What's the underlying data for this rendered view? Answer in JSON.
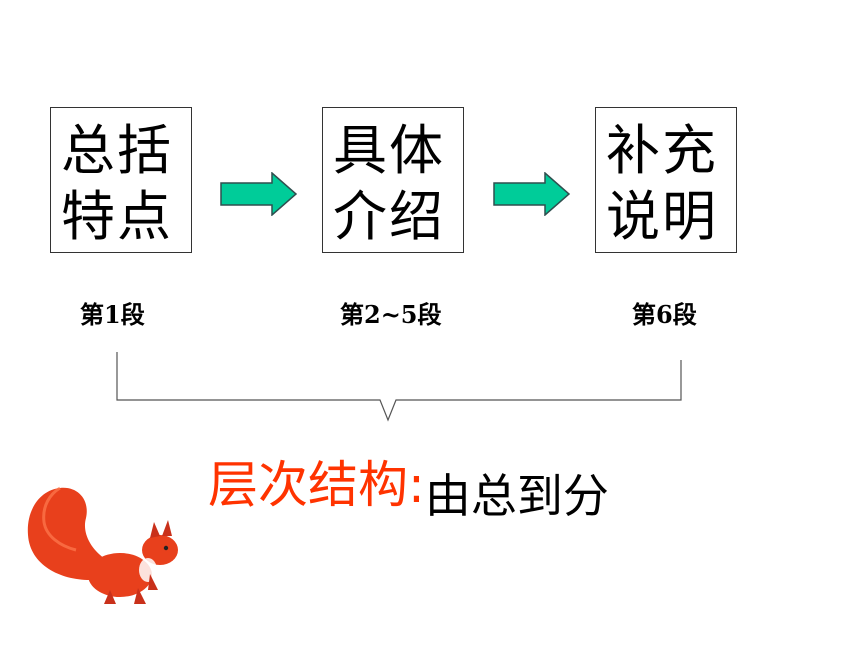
{
  "diagram": {
    "boxes": [
      {
        "text": "总括\n特点"
      },
      {
        "text": "具体\n介绍"
      },
      {
        "text": "补充\n说明"
      }
    ],
    "segments": [
      {
        "label": "第1段"
      },
      {
        "label": "第2~5段"
      },
      {
        "label": "第6段"
      }
    ],
    "summary": {
      "label": "层次结构",
      "colon": ":",
      "value": "由总到分"
    }
  },
  "colors": {
    "arrow_fill": "#00cc99",
    "arrow_stroke": "#2f4f4f",
    "summary_label": "#ff3300",
    "box_border": "#333333",
    "squirrel": "#e8401c"
  },
  "icons": {
    "flow_arrow": "right-arrow-icon",
    "decoration": "squirrel-icon"
  }
}
